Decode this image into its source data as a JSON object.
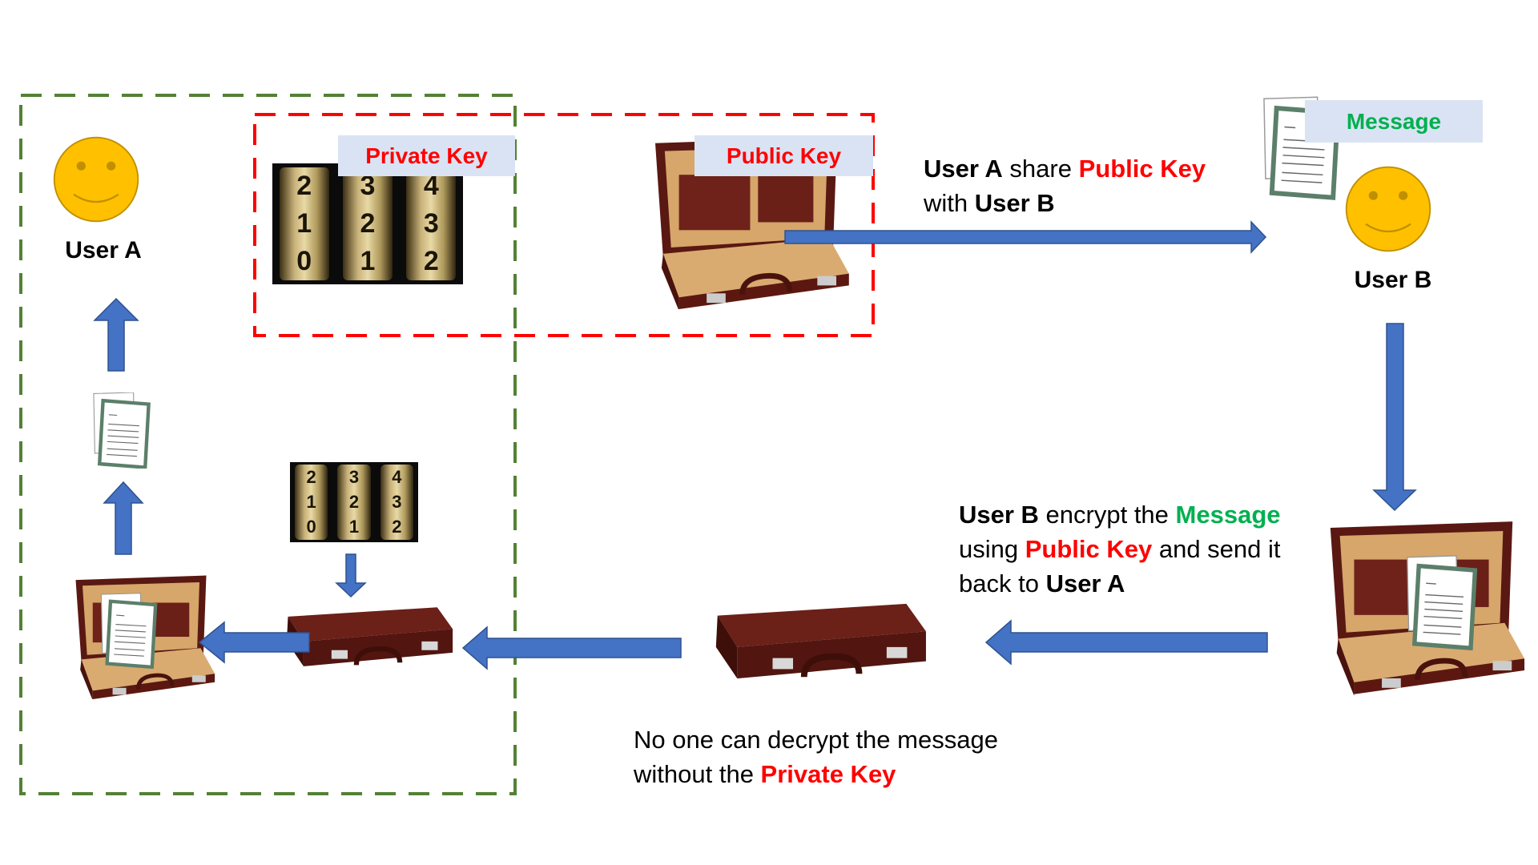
{
  "colors": {
    "arrow": "#4472C4",
    "arrow_stroke": "#2F528F",
    "private_zone": "#538135",
    "public_zone": "#FF0000",
    "label_bg": "#DAE3F3",
    "key_text": "#FF0000",
    "message_text": "#00B050",
    "smiley": "#FFC000"
  },
  "user_a": {
    "label": "User A"
  },
  "user_b": {
    "label": "User B"
  },
  "private_key": {
    "label": "Private Key",
    "wheels": [
      [
        "2",
        "1",
        "0"
      ],
      [
        "3",
        "2",
        "1"
      ],
      [
        "4",
        "3",
        "2"
      ]
    ]
  },
  "public_key": {
    "label": "Public Key"
  },
  "message": {
    "label": "Message"
  },
  "share_text": {
    "l1": {
      "a": "User A",
      "b": " share ",
      "c": "Public Key"
    },
    "l2": {
      "a": "with ",
      "b": "User B"
    }
  },
  "encrypt_text": {
    "l1": {
      "a": "User B",
      "b": " encrypt the ",
      "c": "Message"
    },
    "l2": {
      "a": "using ",
      "b": "Public Key",
      "c": " and send it"
    },
    "l3": {
      "a": "back to ",
      "b": "User A"
    }
  },
  "decrypt_text": {
    "l1": "No one can decrypt the message",
    "l2": {
      "a": "without the ",
      "b": "Private Key"
    }
  }
}
